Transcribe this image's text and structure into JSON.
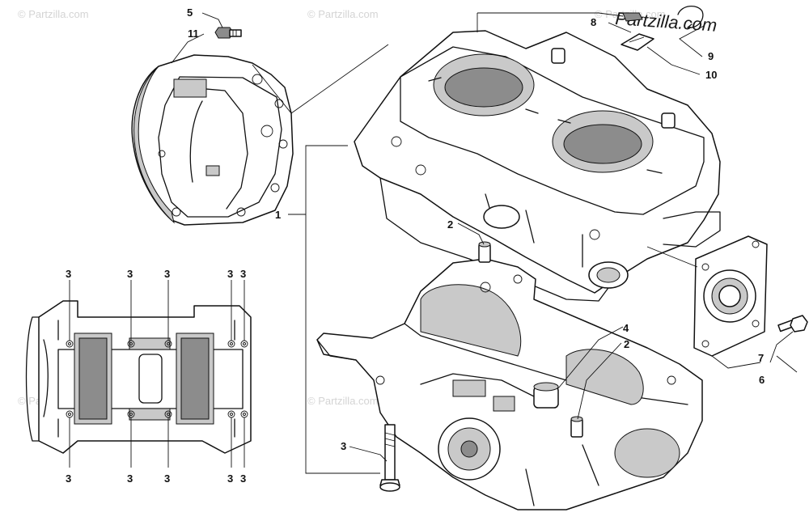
{
  "watermark": {
    "text": "© Partzilla.com",
    "logo_text": "Partzilla.com"
  },
  "callouts": {
    "c1": "1",
    "c2a": "2",
    "c2b": "2",
    "c3_bolt": "3",
    "c3_t1": "3",
    "c3_t2": "3",
    "c3_t3": "3",
    "c3_t4": "3",
    "c3_t5": "3",
    "c3_b1": "3",
    "c3_b2": "3",
    "c3_b3": "3",
    "c3_b4": "3",
    "c3_b5": "3",
    "c4": "4",
    "c5": "5",
    "c6": "6",
    "c7": "7",
    "c8": "8",
    "c9": "9",
    "c10": "10",
    "c11": "11"
  }
}
